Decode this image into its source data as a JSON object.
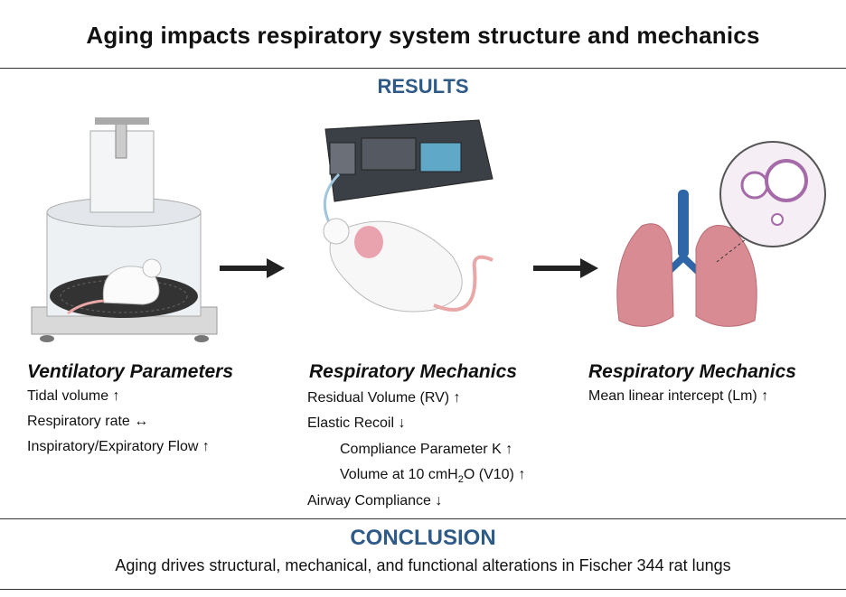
{
  "title": "Aging impacts respiratory system structure and mechanics",
  "results_heading": "RESULTS",
  "columns": [
    {
      "heading": "Ventilatory Parameters",
      "items": [
        "Tidal volume ↑",
        "Respiratory rate ↔",
        "Inspiratory/Expiratory Flow ↑"
      ]
    },
    {
      "heading": "Respiratory Mechanics",
      "items": [
        "Residual Volume (RV) ↑",
        "Elastic Recoil ↓",
        "Compliance Parameter K ↑",
        "Airway Compliance ↓"
      ],
      "v10": {
        "pre": "Volume at 10 cmH",
        "sub": "2",
        "post": "O (V10) ↑"
      }
    },
    {
      "heading": "Respiratory Mechanics",
      "items": [
        "Mean linear intercept (Lm) ↑"
      ]
    }
  ],
  "conclusion_heading": "CONCLUSION",
  "conclusion_text": "Aging drives structural, mechanical, and functional alterations in Fischer 344 rat lungs",
  "icons": [
    "plethysmograph-chamber-icon",
    "ventilator-rat-icon",
    "lungs-histology-icon",
    "right-arrow-icon"
  ]
}
